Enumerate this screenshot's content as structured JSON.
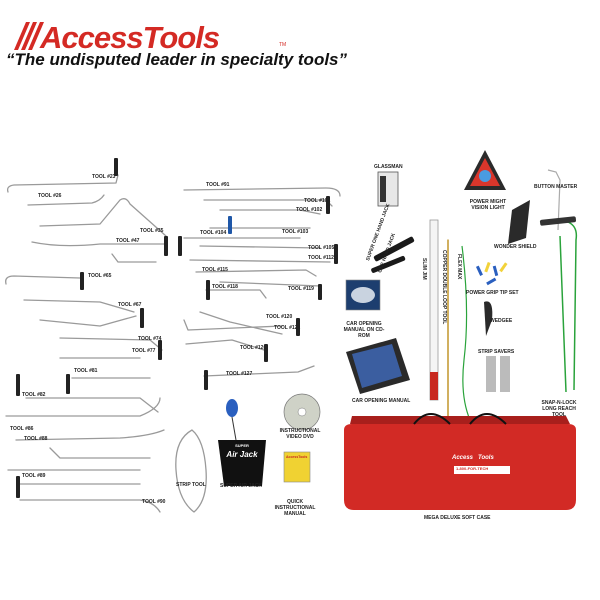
{
  "brand": {
    "logo_text": "AccessTools",
    "tm": "TM",
    "tagline": "“The undisputed leader in specialty tools”",
    "color": "#d42a24"
  },
  "tools": {
    "t23": "TOOL #23",
    "t26": "TOOL #26",
    "t35": "TOOL #35",
    "t47": "TOOL #47",
    "t65": "TOOL #65",
    "t67": "TOOL #67",
    "t74": "TOOL #74",
    "t77": "TOOL #77",
    "t81": "TOOL #81",
    "t82": "TOOL #82",
    "t86": "TOOL #86",
    "t88": "TOOL #88",
    "t89": "TOOL #89",
    "t90": "TOOL #90",
    "t91": "TOOL #91",
    "t101": "TOOL #101",
    "t102": "TOOL #102",
    "t103": "TOOL #103",
    "t104": "TOOL #104",
    "t105": "TOOL #105",
    "t112": "TOOL #112",
    "t115": "TOOL #115",
    "t118": "TOOL #118",
    "t119": "TOOL #119",
    "t120": "TOOL #120",
    "t122": "TOOL #122",
    "t126": "TOOL #126",
    "t127": "TOOL #127"
  },
  "products": {
    "glassman": "GLASSMAN",
    "super_one_hand_jack": "SUPER ONE HAND JACK",
    "one_hand_jack": "ONE HAND JACK",
    "slim_jim": "SLIM JIM",
    "copper_double_loop": "COPPER DOUBLE LOOP TOOL",
    "flex_max": "FLEX MAX",
    "power_might": "POWER MIGHT VISION LIGHT",
    "button_master": "BUTTON MASTER",
    "wonder_shield": "WONDER SHIELD",
    "power_grip": "POWER GRIP TIP SET",
    "wedgee": "WEDGEE",
    "strip_savers": "STRIP SAVERS",
    "snap_n_lock": "SNAP-N-LOCK LONG REACH TOOL",
    "cd_rom": "CAR OPENING MANUAL ON CD-ROM",
    "manual": "CAR OPENING MANUAL",
    "dvd": "INSTRUCTIONAL VIDEO DVD",
    "quick_manual": "QUICK INSTRUCTIONAL MANUAL",
    "strip_tool": "STRIP TOOL",
    "air_jack": "SUPER AIR JACK",
    "air_jack_print_1": "SUPER",
    "air_jack_print_2": "Air Jack",
    "soft_case": "MEGA DELUXE SOFT CASE",
    "case_print_1": "Access",
    "case_print_2": "Tools",
    "case_print_3": "1-800-FOR-TECH",
    "booklet_print": "AccessTools"
  }
}
